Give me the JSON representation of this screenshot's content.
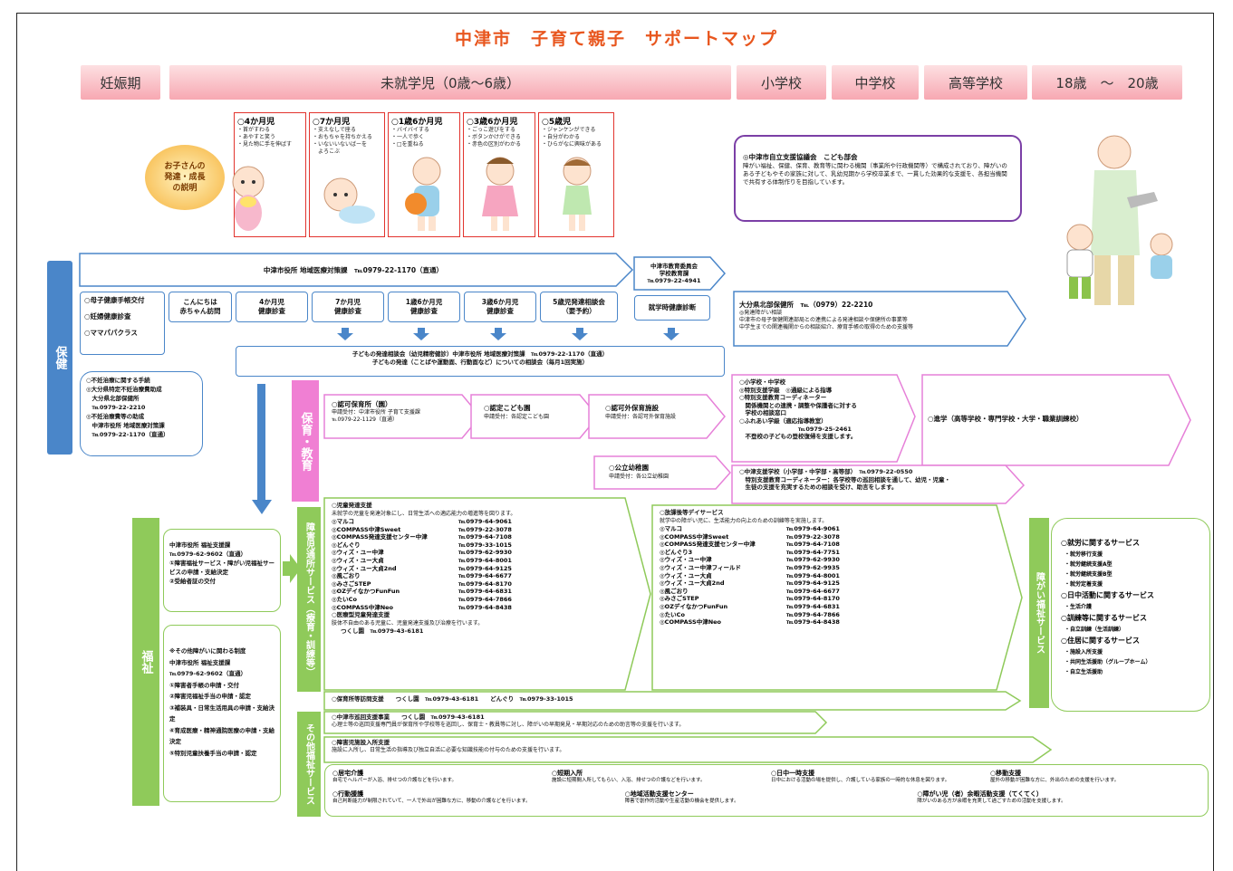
{
  "title": "中津市　子育て親子　サポートマップ",
  "stages": [
    "妊娠期",
    "未就学児（0歳〜6歳）",
    "小学校",
    "中学校",
    "高等学校",
    "18歳　〜　20歳"
  ],
  "development_bubble": "お子さんの\n発達・成長\nの説明",
  "dev_cards": [
    {
      "head": "○4か月児",
      "desc": "・首がすわる\n・あやすと笑う\n・見た物に手を伸ばす"
    },
    {
      "head": "○7か月児",
      "desc": "・支えなしで座る\n・おもちゃを持ちかえる\n・いないいないばーを\n　よろこぶ"
    },
    {
      "head": "○1歳6か月児",
      "desc": "・バイバイする\n・一人で歩く\n・□を重ねる"
    },
    {
      "head": "○3歳6か月児",
      "desc": "・ごっこ遊びをする\n・ボタンかけができる\n・赤色の区別がわかる"
    },
    {
      "head": "○5歳児",
      "desc": "・ジャンケンができる\n・自分がわかる\n・ひらがなに興味がある"
    }
  ],
  "council": {
    "title": "◎中津市自立支援協議会　こども部会",
    "text": "障がい福祉、保健、保育、教育等に関わる機関（事業所や行政機関等）で構成されており、障がいのある子どもやその家族に対して、乳幼児期から学校卒業まで、一貫した効果的な支援を、各担当機関で共有する体制作りを目指しています。"
  },
  "health": {
    "side_label": "保健",
    "main_arrow": "中津市役所 地域医療対策課　℡0979-22-1170（直通）",
    "edu_committee": "中津市教育委員会\n学校教育課\n℡0979-22-4941",
    "left_items": [
      "○母子健康手帳交付",
      "○妊婦健康診査",
      "○ママパパクラス"
    ],
    "checks": [
      "こんにちは\n赤ちゃん訪問",
      "4か月児\n健康診査",
      "7か月児\n健康診査",
      "1歳6か月児\n健康診査",
      "3歳6か月児\n健康診査",
      "5歳児発達相談会\n（要予約）",
      "就学時健康診断"
    ],
    "north_office": "大分県北部保健所　℡（0979）22-2210",
    "north_office_desc": "◎発達障がい相談\n中津市の母子保健関連部局との連携による発達相談や保健所の事業等\n中学生までの関連機関からの相談紹介、療育手帳の取得のための支援等",
    "consult": "子どもの発達相談会（幼児精密健診）中津市役所 地域医療対策課　℡0979-22-1170（直通）",
    "consult_sub": "子どもの発達（ことばや運動面、行動面など）についての相談会（毎月1回実施）",
    "infertility": "○不妊治療に関する手続\n◎大分県特定不妊治療費助成\n　大分県北部保健所\n　℡0979-22-2210\n◎不妊治療費等の助成\n　中津市役所 地域医療対策課\n　℡0979-22-1170（直通）"
  },
  "education": {
    "side_label": "保育・教育",
    "nursery": "○認可保育所（園）",
    "nursery_sub": "申請受付：中津市役所 子育て支援課\n℡0979-22-1129（直通）",
    "kodomo": "○認定こども園",
    "kodomo_sub": "申請受付：各認定こども園",
    "unlicensed": "○認可外保育施設",
    "unlicensed_sub": "申請受付：各認可外保育施設",
    "kindergarten": "○公立幼稚園",
    "kindergarten_sub": "申請受付：各公立幼稚園",
    "school_box": "○小学校・中学校\n◎特別支援学級　◎通級による指導\n○特別支援教育コーディネーター\n　関係機関との連携・調整や保護者に対する\n　学校の相談窓口\n○ふれあい学級（適応指導教室）\n　　　　　　　　　　℡0979-25-2461\n　不登校の子どもの登校復帰を支援します。",
    "special_school": "○中津支援学校（小学部・中学部・高等部）　℡0979-22-0550\n　特別支援教育コーディネーター：各学校等の巡回相談を通して、幼児・児童・\n　生徒の支援を充実するための相談を受け、助言をします。",
    "higher": "○進学（高等学校・専門学校・大学・職業訓練校）"
  },
  "welfare": {
    "side_label": "福祉",
    "office1": "中津市役所 福祉支援課\n℡0979-62-9602（直通）\n①障害福祉サービス・障がい児福祉サービスの申請・支給決定\n②受給者証の交付",
    "office2": "※その他障がいに関わる制度\n中津市役所 福祉支援課\n℡0979-62-9602（直通）\n①障害者手帳の申請・交付\n②障害児福祉手当の申請・認定\n③補装具・日常生活用具の申請・支給決定\n④育成医療・精神通院医療の申請・支給決定\n⑤特別児童扶養手当の申請・認定",
    "service_label": "障害児通所サービス（療育・訓練等）",
    "dev_support_title": "○児童発達支援",
    "dev_support_desc": "未就学の児童を発達対象にし、日常生活への適応能力の増進等を図ります。",
    "dev_support_list": [
      [
        "◎マルコ",
        "℡0979-64-9061"
      ],
      [
        "◎COMPASS中津Sweet",
        "℡0979-22-3078"
      ],
      [
        "◎COMPASS発達支援センター中津",
        "℡0979-64-7108"
      ],
      [
        "◎どんぐり",
        "℡0979-33-1015"
      ],
      [
        "◎ウィズ・ユー中津",
        "℡0979-62-9930"
      ],
      [
        "◎ウィズ・ユー大貞",
        "℡0979-64-8001"
      ],
      [
        "◎ウィズ・ユー大貞2nd",
        "℡0979-64-9125"
      ],
      [
        "◎風ごおり",
        "℡0979-64-6677"
      ],
      [
        "◎みさごSTEP",
        "℡0979-64-8170"
      ],
      [
        "◎OZデイなかつFunFun",
        "℡0979-64-6831"
      ],
      [
        "◎たいCo",
        "℡0979-64-7866"
      ],
      [
        "◎COMPASS中津Neo",
        "℡0979-64-8438"
      ]
    ],
    "medical_title": "○医療型児童発達支援",
    "medical_desc": "肢体不自由のある児童に、児童発達支援及び治療を行います。",
    "medical_entry": "つくし園　℡0979-43-6181",
    "after_title": "○放課後等デイサービス",
    "after_desc": "就学中の障がい児に、生活能力の向上のための訓練等を実施します。",
    "after_list": [
      [
        "◎マルコ",
        "℡0979-64-9061"
      ],
      [
        "◎COMPASS中津Sweet",
        "℡0979-22-3078"
      ],
      [
        "◎COMPASS発達支援センター中津",
        "℡0979-64-7108"
      ],
      [
        "◎どんぐり3",
        "℡0979-64-7751"
      ],
      [
        "◎ウィズ・ユー中津",
        "℡0979-62-9930"
      ],
      [
        "◎ウィズ・ユー中津フィールド",
        "℡0979-62-9935"
      ],
      [
        "◎ウィズ・ユー大貞",
        "℡0979-64-8001"
      ],
      [
        "◎ウィズ・ユー大貞2nd",
        "℡0979-64-9125"
      ],
      [
        "◎風ごおり",
        "℡0979-64-6677"
      ],
      [
        "◎みさごSTEP",
        "℡0979-64-8170"
      ],
      [
        "◎OZデイなかつFunFun",
        "℡0979-64-6831"
      ],
      [
        "◎たいCo",
        "℡0979-64-7866"
      ],
      [
        "◎COMPASS中津Neo",
        "℡0979-64-8438"
      ]
    ],
    "nursery_visit": "○保育所等訪問支援　　つくし園　℡0979-43-6181　　どんぐり　℡0979-33-1015",
    "other_label": "その他福祉サービス",
    "consult_support": "○中津市巡回支援事業　　つくし園　℡0979-43-6181",
    "consult_support_desc": "心理士等の巡回支援専門員が保育所や学校等を巡回し、保育士・教員等に対し、障がいの早期発見・早期対応のための助言等の支援を行います。",
    "admission": "○障害児施設入所支援",
    "admission_desc": "施設に入所し、日常生活の指導及び独立自活に必要な知識技能の付与のための支援を行います。",
    "services_row1": [
      {
        "t": "○居宅介護",
        "d": "自宅でヘルパーが入浴、排せつの介護などを行います。"
      },
      {
        "t": "○短期入所",
        "d": "施設に短期間入所してもらい、入浴、排せつの介護などを行います。"
      },
      {
        "t": "○日中一時支援",
        "d": "日中における活動の場を提供し、介護している家族の一時的な休息を図ります。"
      },
      {
        "t": "○移動支援",
        "d": "屋外の移動が困難な方に、外出のための支援を行います。"
      }
    ],
    "services_row2": [
      {
        "t": "○行動援護",
        "d": "自己判断能力が制限されていて、一人で外出が困難な方に、移動の介護などを行います。"
      },
      {
        "t": "○地域活動支援センター",
        "d": "障害で創作的活動や生産活動の機会を提供します。"
      },
      {
        "t": "○障がい児（者）余暇活動支援（てくてく）",
        "d": "障がいのある方が余暇を充実して過ごすための活動を支援します。"
      }
    ],
    "adult_label": "障がい福祉サービス",
    "adult_list": [
      "○就労に関するサービス",
      "・就労移行支援",
      "・就労継続支援A型",
      "・就労継続支援B型",
      "・就労定着支援",
      "○日中活動に関するサービス",
      "・生活介護",
      "○訓練等に関するサービス",
      "・自立訓練（生活訓練）",
      "○住居に関するサービス",
      "・施設入所支援",
      "・共同生活援助（グループホーム）",
      "・自立生活援助"
    ]
  },
  "colors": {
    "title": "#e8561e",
    "health": "#4a86c9",
    "welfare": "#8fca5a",
    "education": "#f07fd3",
    "card_border": "#e2342e",
    "council_border": "#7b3fa6"
  }
}
